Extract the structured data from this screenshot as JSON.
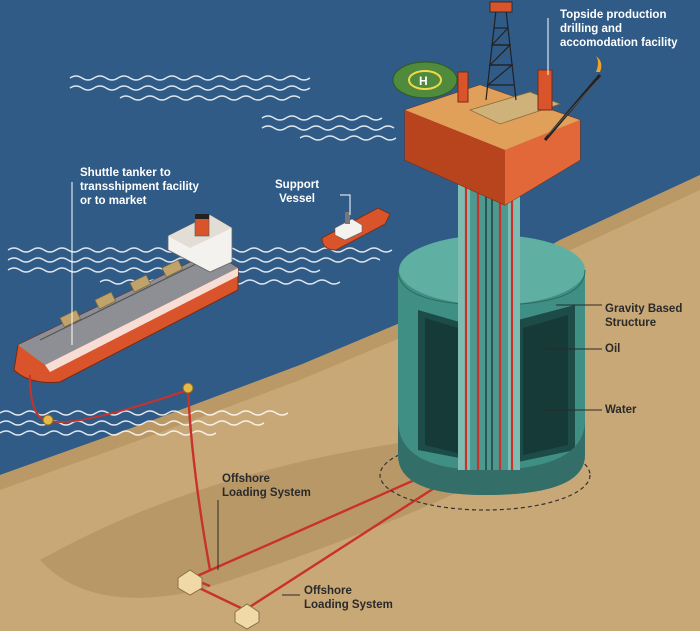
{
  "labels": {
    "topside_line1": "Topside production",
    "topside_line2": "drilling and",
    "topside_line3": "accomodation facility",
    "shuttle_line1": "Shuttle tanker to",
    "shuttle_line2": "transshipment facility",
    "shuttle_line3": "or to market",
    "support_line1": "Support",
    "support_line2": "Vessel",
    "gbs_line1": "Gravity Based",
    "gbs_line2": "Structure",
    "oil": "Oil",
    "water": "Water",
    "ols_upper_line1": "Offshore",
    "ols_upper_line2": "Loading System",
    "ols_lower_line1": "Offshore",
    "ols_lower_line2": "Loading System"
  },
  "colors": {
    "sea": "#2f5b86",
    "seabed": "#c9a877",
    "platform_orange": "#d9542a",
    "structure_teal": "#3f8f85",
    "pipeline_red": "#c9322b",
    "leader_white": "#ffffff"
  }
}
